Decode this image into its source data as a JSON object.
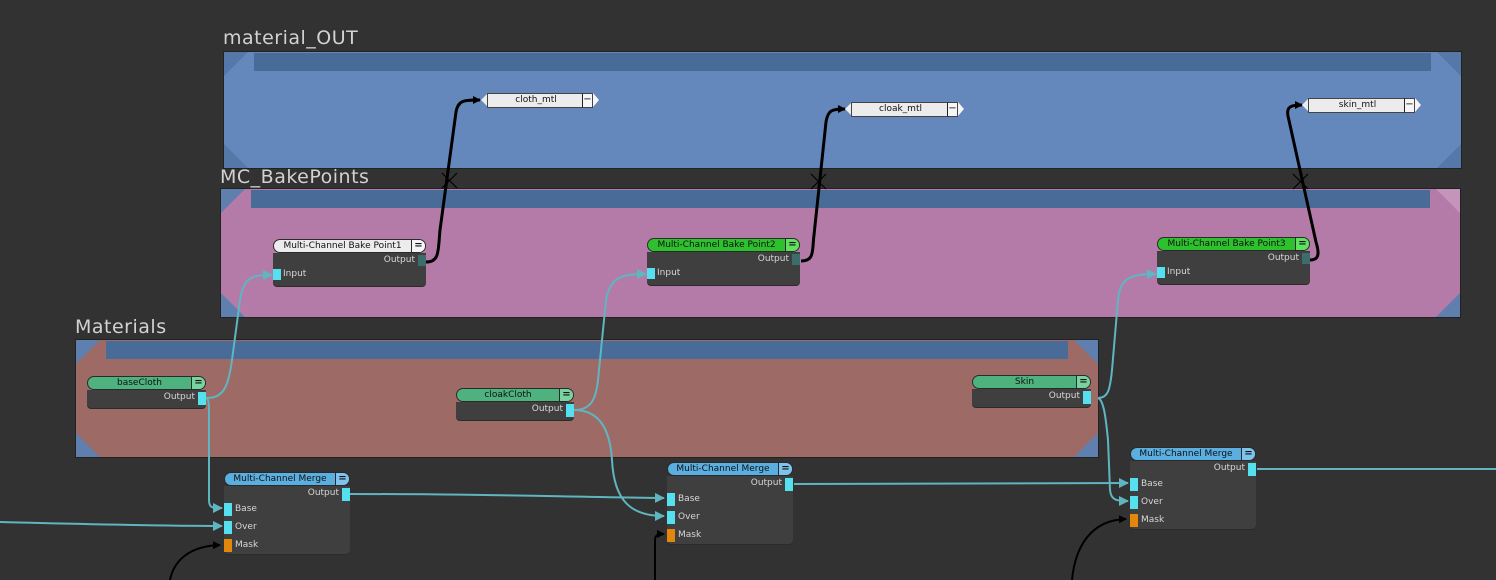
{
  "backdrops": [
    {
      "title": "material_OUT",
      "color": "#6488bb"
    },
    {
      "title": "MC_BakePoints",
      "color": "#b57ba8"
    },
    {
      "title": "Materials",
      "color": "#9e6a66"
    }
  ],
  "output_dots": [
    {
      "label": "cloth_mtl",
      "toggle_icon": "minus"
    },
    {
      "label": "cloak_mtl",
      "toggle_icon": "minus"
    },
    {
      "label": "skin_mtl",
      "toggle_icon": "minus"
    }
  ],
  "bake_points": [
    {
      "title": "Multi-Channel Bake Point1",
      "state": "unbaked",
      "header_color": "#ececec",
      "output_label": "Output",
      "input_label": "Input"
    },
    {
      "title": "Multi-Channel Bake Point2",
      "state": "baked",
      "header_color": "#2ec12e",
      "output_label": "Output",
      "input_label": "Input"
    },
    {
      "title": "Multi-Channel Bake Point3",
      "state": "baked",
      "header_color": "#2ec12e",
      "output_label": "Output",
      "input_label": "Input"
    }
  ],
  "materials": [
    {
      "title": "baseCloth",
      "output_label": "Output"
    },
    {
      "title": "cloakCloth",
      "output_label": "Output"
    },
    {
      "title": "Skin",
      "output_label": "Output"
    }
  ],
  "merges": [
    {
      "title": "Multi-Channel Merge",
      "output_label": "Output",
      "inputs": [
        "Base",
        "Over",
        "Mask"
      ]
    },
    {
      "title": "Multi-Channel Merge",
      "output_label": "Output",
      "inputs": [
        "Base",
        "Over",
        "Mask"
      ]
    },
    {
      "title": "Multi-Channel Merge",
      "output_label": "Output",
      "inputs": [
        "Base",
        "Over",
        "Mask"
      ]
    }
  ],
  "menu_icon": "=",
  "colors": {
    "wire_data": "#5fb5c0",
    "wire_link": "#000000",
    "port_input": "#55e0ef",
    "port_mask": "#e3870c"
  }
}
